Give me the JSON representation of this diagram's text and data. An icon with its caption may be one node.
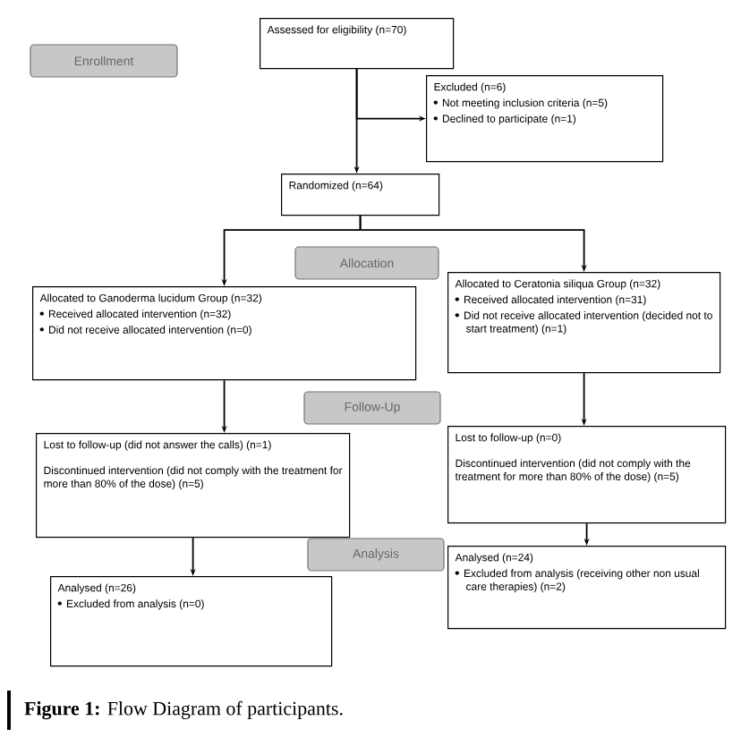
{
  "diagram": {
    "caption": "**Figure 1:** Flow Diagram of participants.",
    "nodes": [
      {
        "text": [
          "Enrollment"
        ]
      },
      {
        "text": [
          "Assessed for eligibility (n=70)"
        ]
      },
      {
        "text": [
          "Excluded (n=6)",
          "Not meeting inclusion criteria (n=5)",
          "Declined to participate (n=1)"
        ]
      },
      {
        "text": [
          "Randomized (n=64)"
        ]
      },
      {
        "text": [
          "Allocation"
        ]
      },
      {
        "text": [
          "Allocated to Ganoderma lucidum Group (n=32)",
          "Received allocated intervention (n=32)",
          "Did not receive allocated intervention (n=0)"
        ]
      },
      {
        "text": [
          "Allocated to Ceratonia siliqua Group (n=32)",
          "Received allocated intervention (n=31)",
          "Did not receive allocated intervention (decided not to start treatment) (n=1)"
        ]
      },
      {
        "text": [
          "Follow-Up"
        ]
      },
      {
        "text": [
          "Lost to follow-up (did not answer the calls) (n=1)",
          "Discontinued intervention (did not comply with the treatment for more than 80% of the dose) (n=5)"
        ]
      },
      {
        "text": [
          "Lost to follow-up (n=0)",
          "Discontinued intervention (did not comply with the treatment for more than 80% of the dose) (n=5)"
        ]
      },
      {
        "text": [
          "Analysis"
        ]
      },
      {
        "text": [
          "Analysed (n=26)",
          "Excluded from analysis (n=0)"
        ]
      },
      {
        "text": [
          "Analysed (n=24)",
          "Excluded from analysis (receiving other non usual care therapies) (n=2)"
        ]
      }
    ],
    "edges": [
      {
        "from": 1,
        "to": 3,
        "arrow": "to"
      },
      {
        "from": 1,
        "to": 2,
        "arrow": "to"
      },
      {
        "from": 3,
        "to": 5,
        "arrow": "to"
      },
      {
        "from": 3,
        "to": 6,
        "arrow": "to"
      },
      {
        "from": 5,
        "to": 8,
        "arrow": "to"
      },
      {
        "from": 6,
        "to": 9,
        "arrow": "to"
      },
      {
        "from": 8,
        "to": 11,
        "arrow": "to"
      },
      {
        "from": 9,
        "to": 12,
        "arrow": "to"
      }
    ]
  }
}
